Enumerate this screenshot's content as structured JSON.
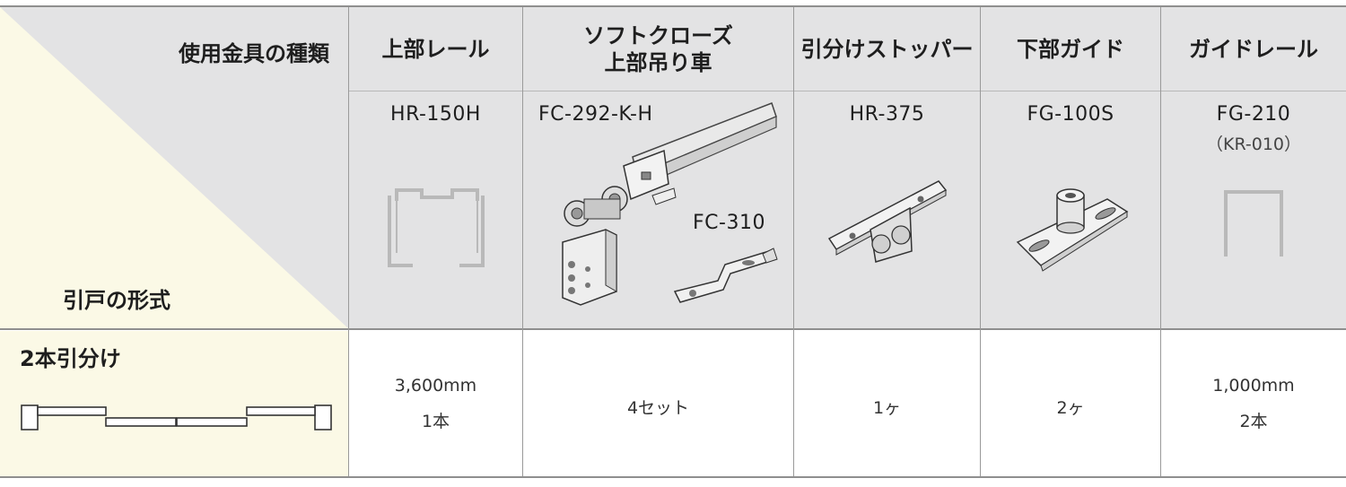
{
  "corner": {
    "fittings_type_label": "使用金具の種類",
    "door_type_label": "引戸の形式"
  },
  "columns": [
    {
      "header": "上部レール",
      "model": "HR-150H",
      "sub_model": "",
      "icon": "upper-rail-profile",
      "quantity": [
        "3,600mm",
        "1本"
      ]
    },
    {
      "header": "ソフトクローズ\n上部吊り車",
      "header_line1": "ソフトクローズ",
      "header_line2": "上部吊り車",
      "model": "FC-292-K-H",
      "secondary_model": "FC-310",
      "sub_model": "",
      "icon": "soft-close-roller",
      "quantity": [
        "4セット"
      ]
    },
    {
      "header": "引分けストッパー",
      "model": "HR-375",
      "sub_model": "",
      "icon": "stopper-plate",
      "quantity": [
        "1ヶ"
      ]
    },
    {
      "header": "下部ガイド",
      "model": "FG-100S",
      "sub_model": "",
      "icon": "lower-guide",
      "quantity": [
        "2ヶ"
      ]
    },
    {
      "header": "ガイドレール",
      "model": "FG-210",
      "sub_model": "（KR-010）",
      "icon": "guide-rail-profile",
      "quantity": [
        "1,000mm",
        "2本"
      ]
    }
  ],
  "row": {
    "label": "2本引分け",
    "icon": "bi-parting-door-diagram"
  },
  "colors": {
    "header_bg": "#e3e3e4",
    "corner_highlight": "#fbf9e6",
    "rule": "#8f8f8f",
    "illustration": "#b9b9b9"
  }
}
